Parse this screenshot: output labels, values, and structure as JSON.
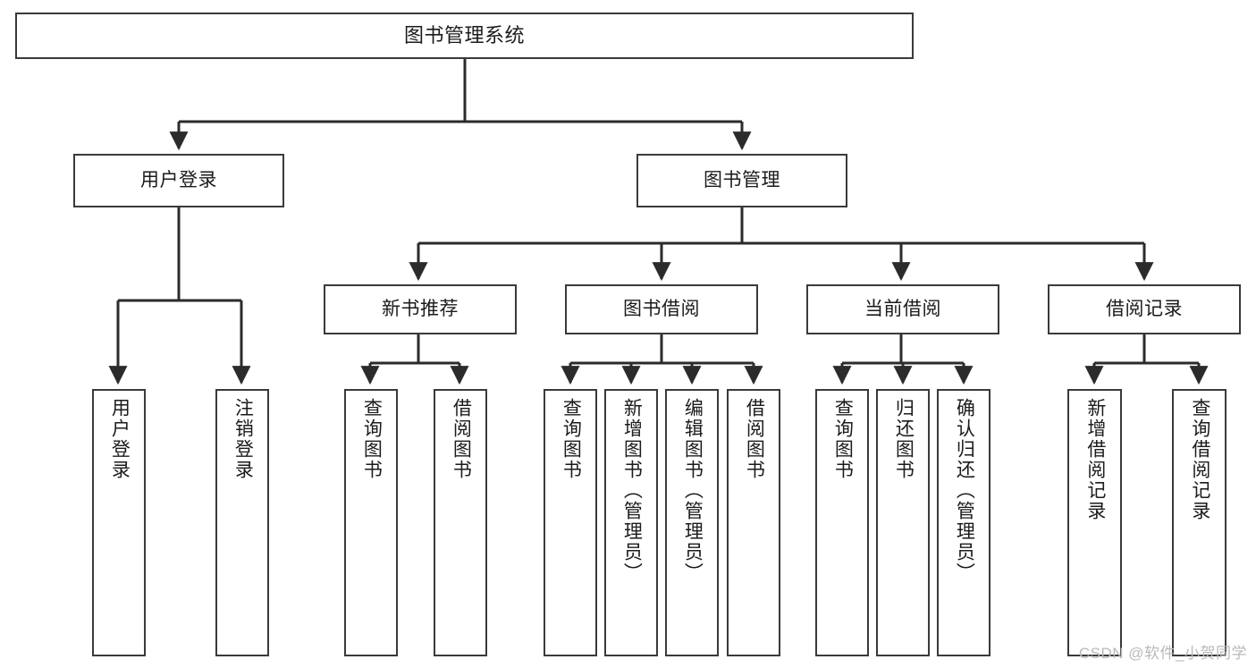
{
  "diagram": {
    "type": "tree-hierarchy-chart",
    "title": "图书管理系统",
    "orientation": "top-down",
    "colors": {
      "box_border": "#3a3a3a",
      "box_fill": "#ffffff",
      "edge": "#2b2b2b",
      "text": "#1b1b1b",
      "watermark": "#b9b9b9"
    },
    "nodes": {
      "root": {
        "label": "图书管理系统"
      },
      "level2": [
        {
          "label": "用户登录"
        },
        {
          "label": "图书管理"
        }
      ],
      "level3": [
        {
          "label": "新书推荐"
        },
        {
          "label": "图书借阅"
        },
        {
          "label": "当前借阅"
        },
        {
          "label": "借阅记录"
        }
      ],
      "leaves": {
        "user_login": [
          {
            "label": "用户登录"
          },
          {
            "label": "注销登录"
          }
        ],
        "new_book_recommend": [
          {
            "label": "查询图书"
          },
          {
            "label": "借阅图书"
          }
        ],
        "book_borrow": [
          {
            "label": "查询图书"
          },
          {
            "label": "新增图书（管理员）"
          },
          {
            "label": "编辑图书（管理员）"
          },
          {
            "label": "借阅图书"
          }
        ],
        "current_borrow": [
          {
            "label": "查询图书"
          },
          {
            "label": "归还图书"
          },
          {
            "label": "确认归还（管理员）"
          }
        ],
        "borrow_record": [
          {
            "label": "新增借阅记录"
          },
          {
            "label": "查询借阅记录"
          }
        ]
      }
    },
    "watermark": "CSDN @软件_小贺同学"
  }
}
